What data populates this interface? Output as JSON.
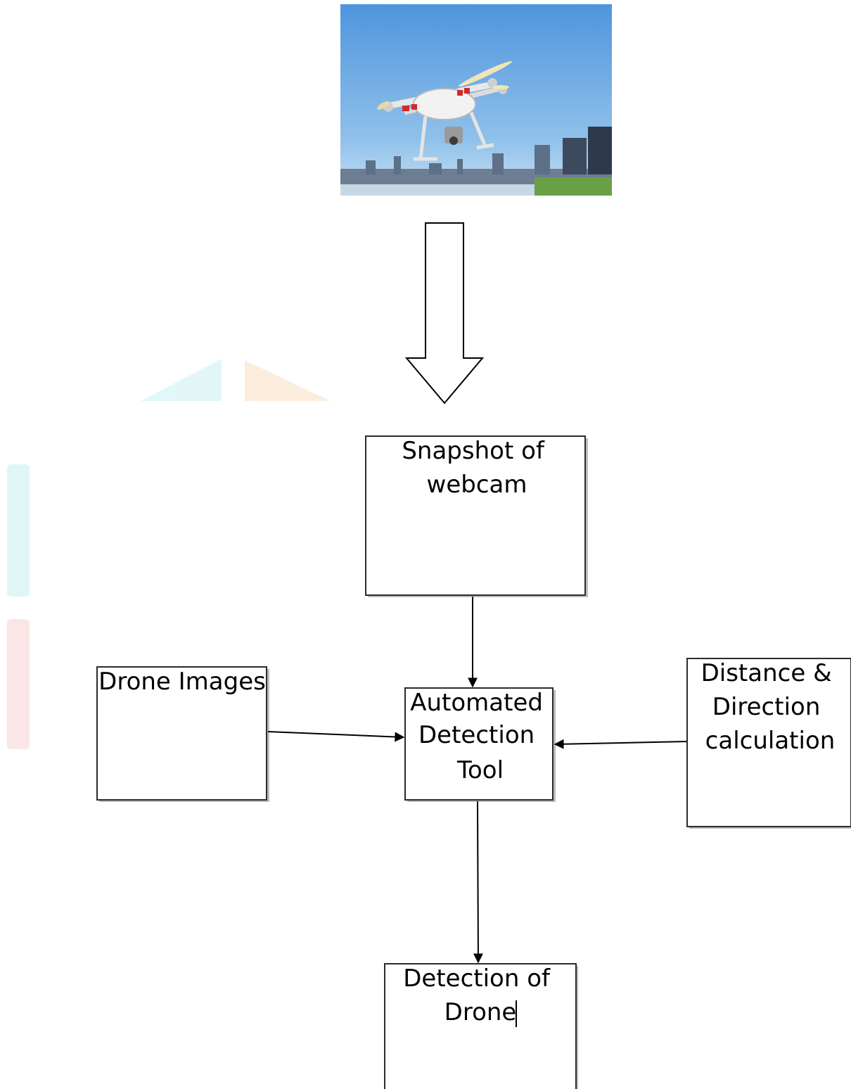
{
  "colors": {
    "sky_top": "#5f9fde",
    "sky_bottom": "#a9cdec",
    "watermark_cyan": "#d3f3f7",
    "watermark_orange": "#fbe6d2",
    "watermark_pink": "#f9dede",
    "line": "#000000"
  },
  "nodes": {
    "snapshot": {
      "lines": [
        "Snapshot of",
        "webcam"
      ]
    },
    "drone_images": {
      "lines": [
        "Drone Images"
      ]
    },
    "tool": {
      "lines": [
        "Automated",
        "Detection",
        "Tool"
      ]
    },
    "distance": {
      "lines": [
        "Distance &",
        "Direction",
        "calculation"
      ]
    },
    "detection": {
      "lines": [
        "Detection of",
        "Drone"
      ]
    }
  },
  "edges": [
    {
      "from": "snapshot",
      "to": "tool"
    },
    {
      "from": "drone_images",
      "to": "tool"
    },
    {
      "from": "distance",
      "to": "tool"
    },
    {
      "from": "tool",
      "to": "detection"
    }
  ],
  "photo": {
    "subject": "drone-quadcopter-photo"
  }
}
